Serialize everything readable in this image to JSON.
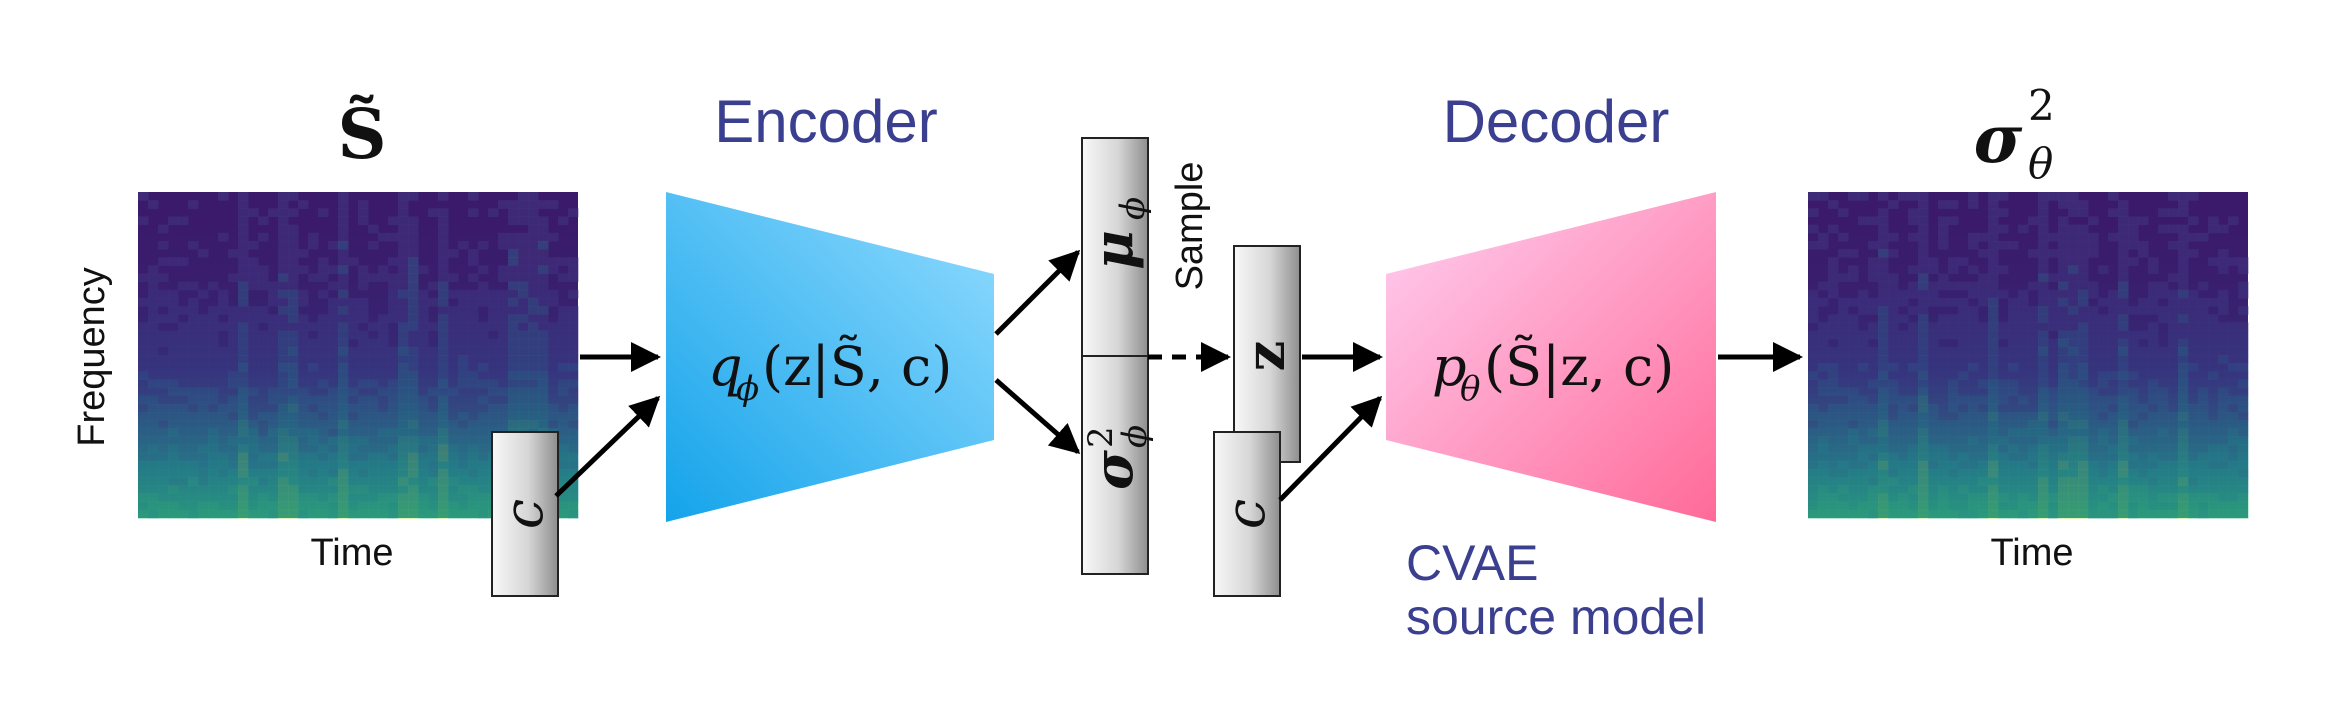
{
  "titles": {
    "input": "S̃",
    "output": "σ",
    "output_sup": "2",
    "output_sub": "θ"
  },
  "encoder": {
    "heading": "Encoder",
    "formula_main": "q",
    "formula_sub": "ϕ",
    "formula_args": "(z|S̃, c)"
  },
  "decoder": {
    "heading": "Decoder",
    "formula_main": "p",
    "formula_sub": "θ",
    "formula_args": "(S̃|z, c)"
  },
  "latent": {
    "mu": "μ",
    "mu_sub": "ϕ",
    "sigma": "σ",
    "sigma_sup": "2",
    "sigma_sub": "ϕ",
    "z": "z",
    "sample_label": "Sample"
  },
  "conditions": {
    "c_input": "c",
    "c_decoder": "c"
  },
  "axes": {
    "frequency": "Frequency",
    "time_left": "Time",
    "time_right": "Time"
  },
  "caption": {
    "line1": "CVAE",
    "line2": "source model"
  },
  "colors": {
    "spectrogram_bg": "#3b1a6b",
    "encoder_light": "#8ed6ff",
    "encoder_dark": "#1aa6e8",
    "decoder_light": "#ffc6ef",
    "decoder_dark": "#ff6e9c",
    "label_blue": "#3b3f8f"
  }
}
